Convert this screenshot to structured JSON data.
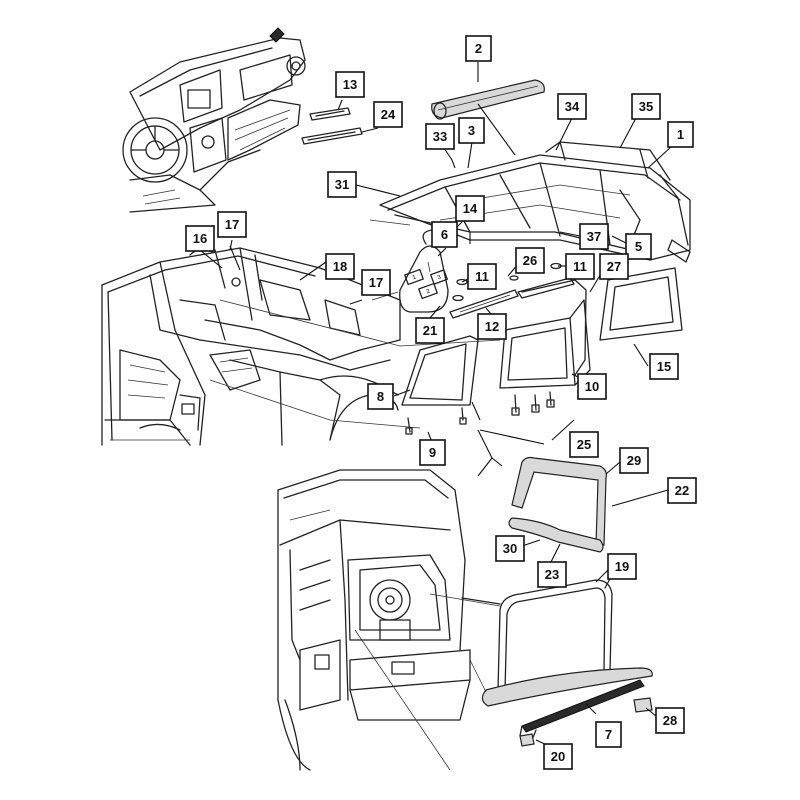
{
  "callouts": [
    {
      "id": "c2",
      "label": "2"
    },
    {
      "id": "c13",
      "label": "13"
    },
    {
      "id": "c24",
      "label": "24"
    },
    {
      "id": "c34",
      "label": "34"
    },
    {
      "id": "c35",
      "label": "35"
    },
    {
      "id": "c33",
      "label": "33"
    },
    {
      "id": "c3",
      "label": "3"
    },
    {
      "id": "c1",
      "label": "1"
    },
    {
      "id": "c31",
      "label": "31"
    },
    {
      "id": "c14",
      "label": "14"
    },
    {
      "id": "c17a",
      "label": "17"
    },
    {
      "id": "c16",
      "label": "16"
    },
    {
      "id": "c6",
      "label": "6"
    },
    {
      "id": "c37",
      "label": "37"
    },
    {
      "id": "c5",
      "label": "5"
    },
    {
      "id": "c18",
      "label": "18"
    },
    {
      "id": "c26",
      "label": "26"
    },
    {
      "id": "c11a",
      "label": "11"
    },
    {
      "id": "c11b",
      "label": "11"
    },
    {
      "id": "c27",
      "label": "27"
    },
    {
      "id": "c17b",
      "label": "17"
    },
    {
      "id": "c21",
      "label": "21"
    },
    {
      "id": "c12",
      "label": "12"
    },
    {
      "id": "c15",
      "label": "15"
    },
    {
      "id": "c8",
      "label": "8"
    },
    {
      "id": "c10",
      "label": "10"
    },
    {
      "id": "c9",
      "label": "9"
    },
    {
      "id": "c25",
      "label": "25"
    },
    {
      "id": "c29",
      "label": "29"
    },
    {
      "id": "c22",
      "label": "22"
    },
    {
      "id": "c30",
      "label": "30"
    },
    {
      "id": "c23",
      "label": "23"
    },
    {
      "id": "c19",
      "label": "19"
    },
    {
      "id": "c7",
      "label": "7"
    },
    {
      "id": "c28",
      "label": "28"
    },
    {
      "id": "c20",
      "label": "20"
    }
  ],
  "bag_labels": [
    "1",
    "2",
    "3"
  ]
}
